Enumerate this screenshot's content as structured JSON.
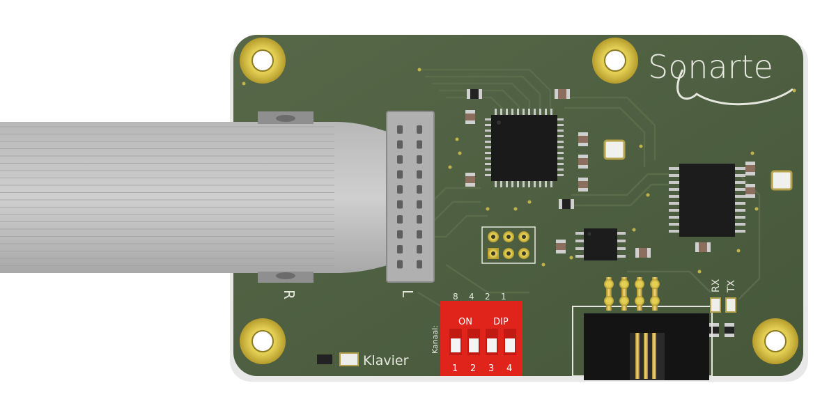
{
  "board": {
    "brand": "Sonarte",
    "labels": {
      "connector_r": "R",
      "connector_l": "L",
      "led_rx": "RX",
      "led_tx": "TX",
      "led_klavier": "Klavier",
      "kanaal": "Kanaal:"
    },
    "dip_switch": {
      "on_label": "ON",
      "dip_label": "DIP",
      "weights": [
        "8",
        "4",
        "2",
        "1"
      ],
      "numbers": [
        "1",
        "2",
        "3",
        "4"
      ]
    }
  },
  "colors": {
    "pcb": "#4a5a3c",
    "cable": "#c4c4c4",
    "dip": "#e0241b",
    "pad": "#d8c24a"
  }
}
